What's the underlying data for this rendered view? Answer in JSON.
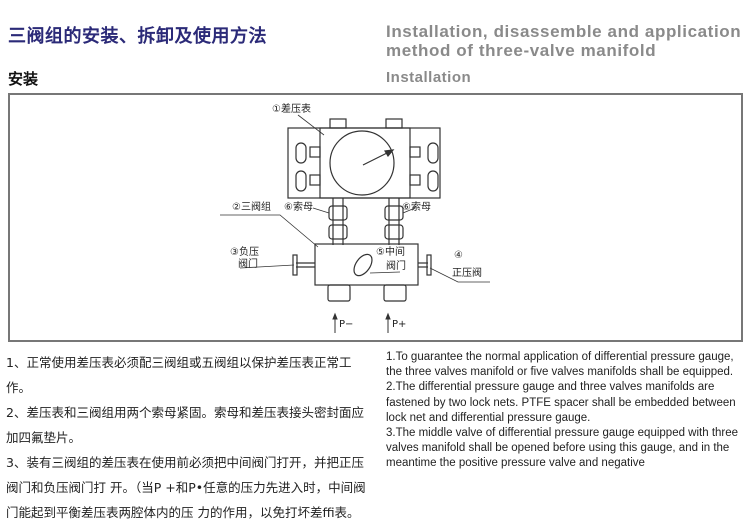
{
  "header": {
    "title_cn": "三阀组的安装、拆卸及使用方法",
    "title_en_line1": "Installation, disassemble and application",
    "title_en_line2": "method of three-valve manifold",
    "subtitle_cn": "安装",
    "subtitle_en": "Installation"
  },
  "diagram": {
    "labels": {
      "gauge": "①差压表",
      "manifold": "②三阀组",
      "negative_valve_1": "③负压",
      "negative_valve_2": "阀门",
      "positive_valve_num": "④",
      "positive_valve": "正压阀",
      "middle_valve_1": "⑤中间",
      "middle_valve_2": "阀门",
      "nut_left": "⑥索母",
      "nut_right": "⑥索母",
      "p_minus": "P−",
      "p_plus": "P+"
    }
  },
  "instructions_cn": [
    "1、正常使用差压表必须配三阀组或五阀组以保护差压表正常工作。",
    "2、差压表和三阀组用两个索母紧固。索母和差压表接头密封面应加四氟垫片。",
    "3、装有三阀组的差压表在使用前必须把中间阀门打开，并把正压阀门和负压阀门打 开。（当P +和P•任意的压力先进入时，中间阀门能起到平衡差压表两腔体内的压 力的作用，以免打坏差ffi表。"
  ],
  "instructions_en": [
    "1.To guarantee the normal application of differential pressure gauge, the three valves manifold or five valves manifolds shall be equipped.",
    "2.The differential pressure gauge and three valves manifolds are fastened by two lock nets. PTFE spacer shall be embedded between lock net and differential pressure gauge.",
    "3.The middle valve of differential pressure gauge equipped with three valves manifold shall be opened before using this gauge, and in the meantime the positive pressure valve and negative"
  ]
}
